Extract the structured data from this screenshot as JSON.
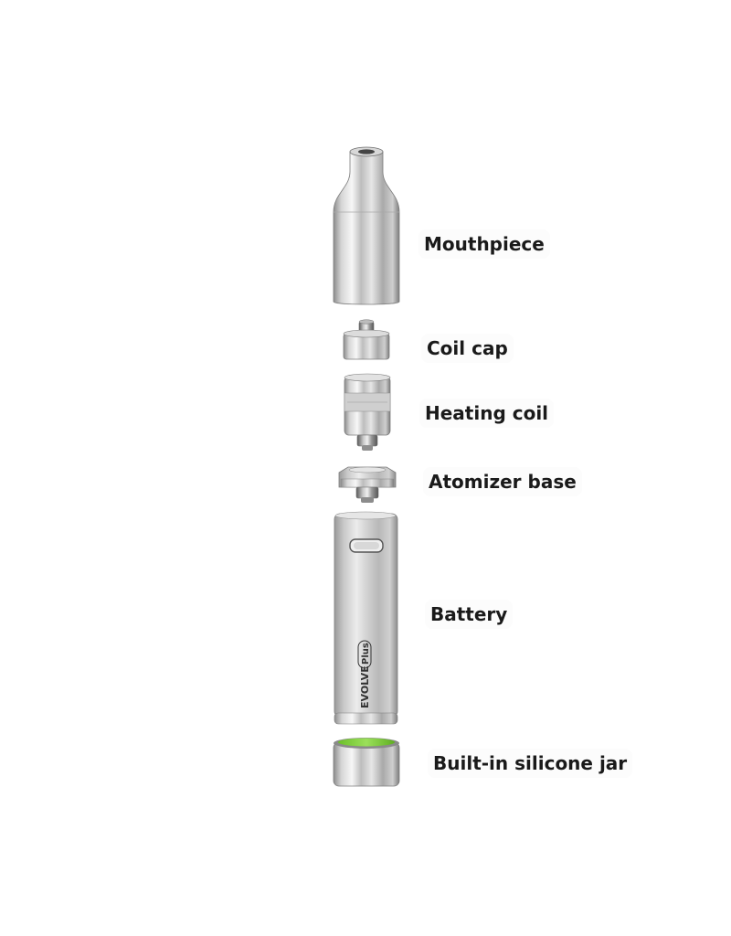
{
  "labels": {
    "mouthpiece": "Mouthpiece",
    "coil_cap": "Coil cap",
    "heating_coil": "Heating coil",
    "atomizer_base": "Atomizer base",
    "battery": "Battery",
    "silicone_jar": "Built-in silicone jar"
  },
  "brand": {
    "name": "EVOLVE",
    "model": "Plus"
  },
  "colors": {
    "metal_dark": "#8a8a8a",
    "metal_light": "#f4f4f4",
    "jar_green": "#7fcc3a"
  }
}
